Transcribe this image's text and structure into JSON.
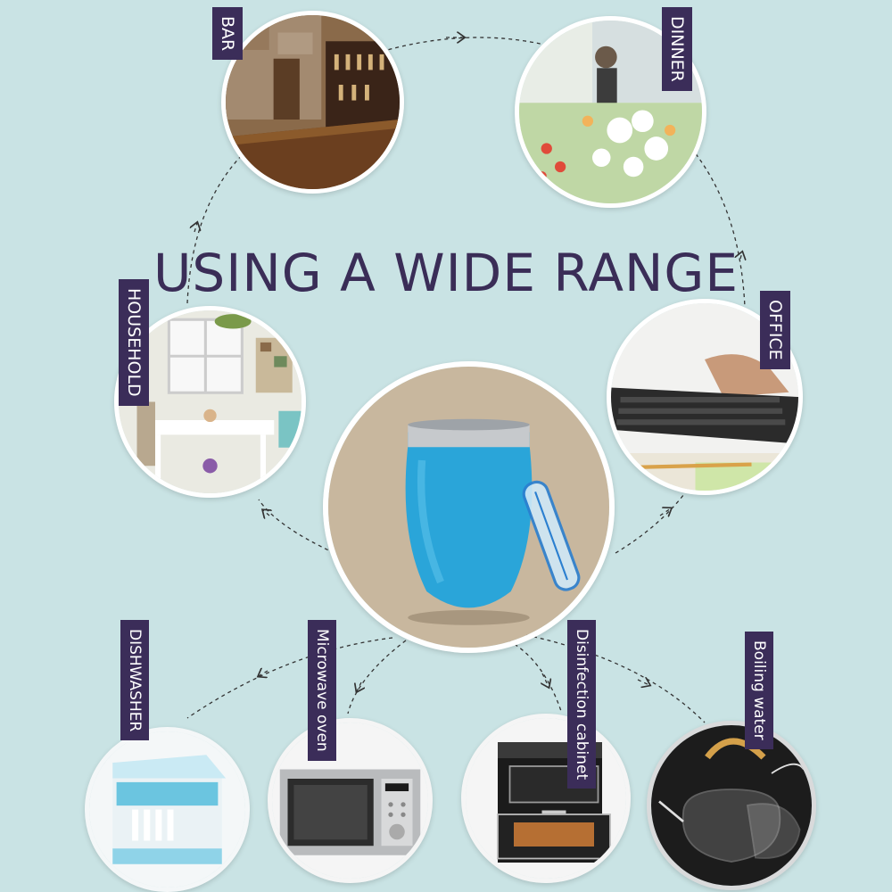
{
  "title": "USING A WIDE RANGE",
  "scenes": {
    "bar": "BAR",
    "dinner": "DINNER",
    "household": "HOUSEHOLD",
    "office": "OFFICE",
    "dishwasher": "DISHWASHER",
    "microwave": "Microwave oven",
    "disinfection": "Disinfection cabinet",
    "boiling": "Boiling water"
  },
  "colors": {
    "background": "#c9e3e4",
    "label_bg": "#3b2d59",
    "title": "#3a2d57",
    "tumbler": "#2aa5d9"
  }
}
